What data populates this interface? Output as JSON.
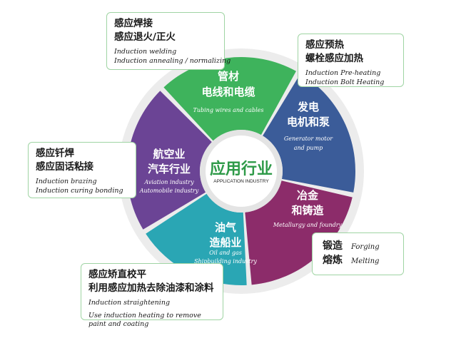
{
  "center": {
    "title": "应用行业",
    "subtitle": "APPLICATION INDUSTRY"
  },
  "colors": {
    "tubing": "#3eb35c",
    "generator": "#3b5c99",
    "metallurgy": "#8c2c6a",
    "oil": "#2aa6b4",
    "aviation": "#6b4495",
    "ring": "#ececec",
    "center_text": "#2e9a48",
    "card_border": "#9fd4a3"
  },
  "segments": [
    {
      "id": "tubing",
      "zh": [
        "管材",
        "电线和电缆"
      ],
      "en": [
        "Tubing wires and cables"
      ]
    },
    {
      "id": "generator",
      "zh": [
        "发电",
        "电机和泵"
      ],
      "en": [
        "Generator motor",
        "and pump"
      ]
    },
    {
      "id": "metallurgy",
      "zh": [
        "冶金",
        "和铸造"
      ],
      "en": [
        "Metallurgy and foundry"
      ]
    },
    {
      "id": "oil",
      "zh": [
        "油气",
        "造船业"
      ],
      "en": [
        "Oil and gas",
        "Shipbuilding industry"
      ]
    },
    {
      "id": "aviation",
      "zh": [
        "航空业",
        "汽车行业"
      ],
      "en": [
        "Aviation industry",
        "Automobile industry"
      ]
    }
  ],
  "cards": {
    "tubing": {
      "zh": [
        "感应焊接",
        "感应退火/正火"
      ],
      "en": [
        "Induction welding",
        "Induction annealing / normalizing"
      ]
    },
    "generator": {
      "zh": [
        "感应预热",
        "螺栓感应加热"
      ],
      "en": [
        "Induction Pre-heating",
        "Induction Bolt Heating"
      ]
    },
    "aviation": {
      "zh": [
        "感应钎焊",
        "感应固话粘接"
      ],
      "en": [
        "Induction brazing",
        "Induction curing bonding"
      ]
    },
    "metallurgy": {
      "rows": [
        {
          "zh": "锻造",
          "en": "Forging"
        },
        {
          "zh": "熔炼",
          "en": "Melting"
        }
      ]
    },
    "oil": {
      "zh": [
        "感应矫直校平",
        "利用感应加热去除油漆和涂料"
      ],
      "en": [
        "Induction straightening",
        "Use induction heating to remove",
        "paint and coating"
      ]
    }
  }
}
